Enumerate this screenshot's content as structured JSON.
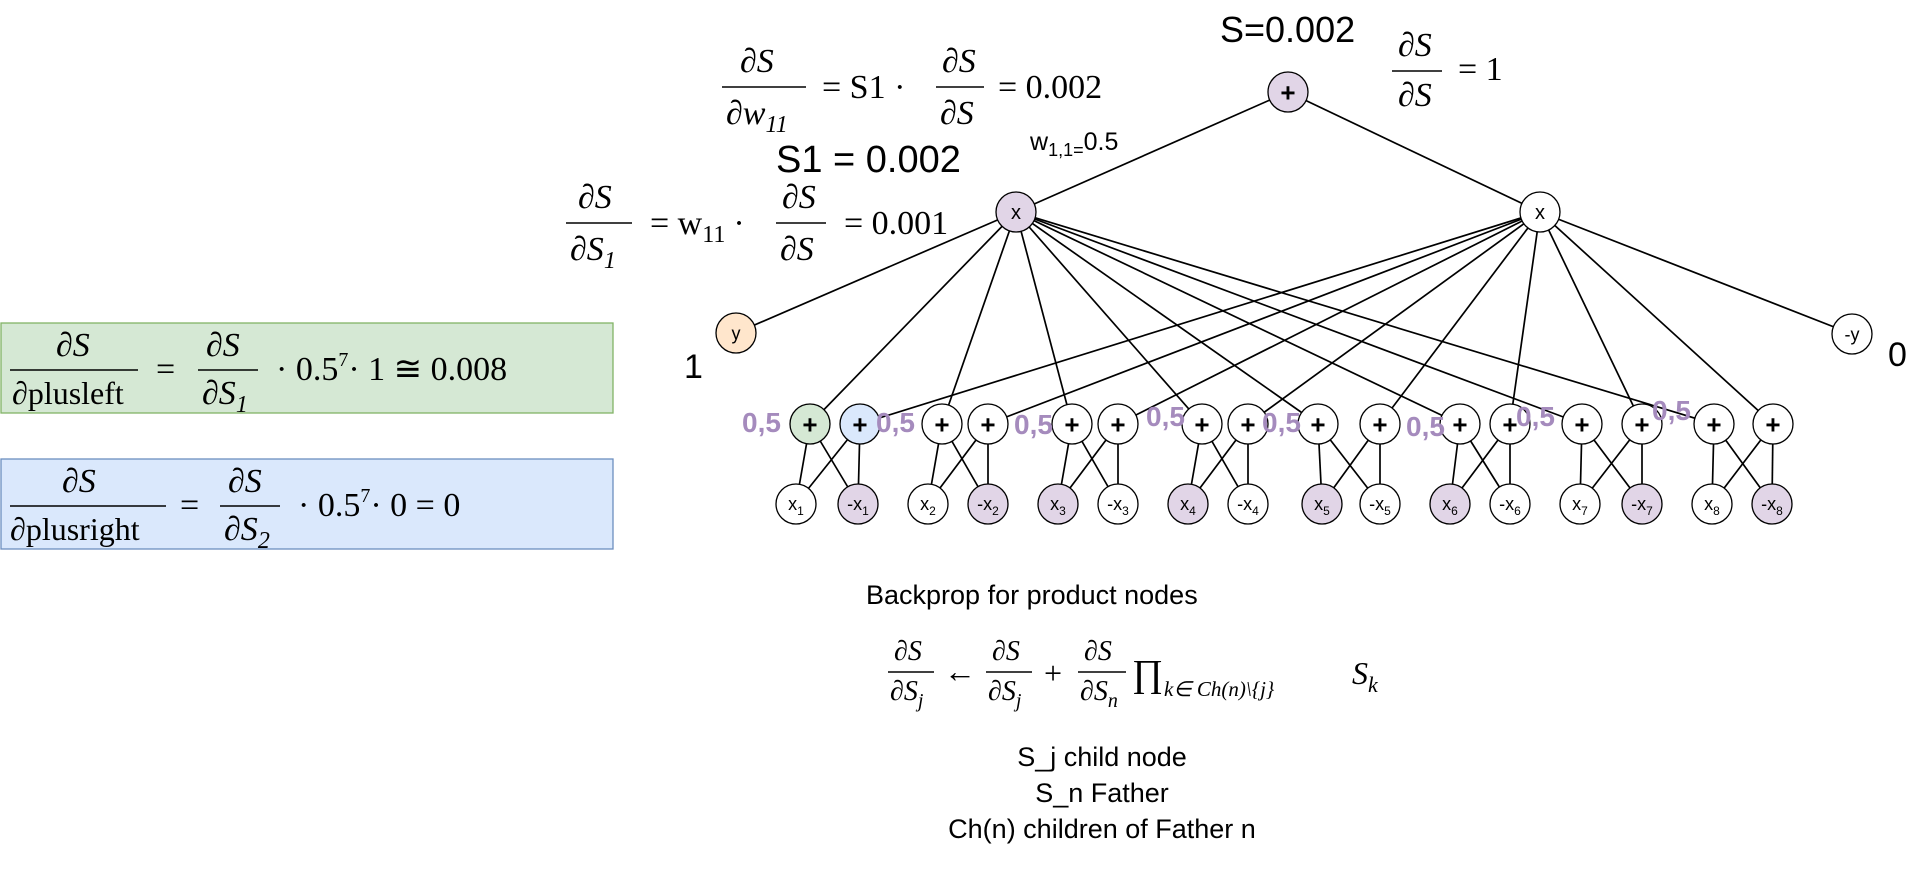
{
  "top_label": "S=0.002",
  "s1_label": "S1 = 0.002",
  "weight_label": {
    "main": "w",
    "sub": "1,1=",
    "value": "0.5"
  },
  "indicator_left": "1",
  "indicator_right": "0",
  "colors": {
    "purple": "#e1d5e7",
    "green": "#d5e8d4",
    "blue": "#dae8fc",
    "orange": "#ffe6cc",
    "white": "#ffffff",
    "weight_text": "#a58bbd",
    "green_stroke": "#82b366",
    "blue_stroke": "#6c8ebf"
  },
  "nodes": {
    "root": {
      "label": "+",
      "color": "purple"
    },
    "prod_left": {
      "label": "x",
      "color": "purple"
    },
    "prod_right": {
      "label": "x",
      "color": "white"
    },
    "y": {
      "label": "y",
      "color": "orange"
    },
    "neg_y": {
      "label": "-y",
      "color": "white"
    }
  },
  "sum_nodes": [
    {
      "label": "+",
      "color": "green"
    },
    {
      "label": "+",
      "color": "blue"
    },
    {
      "label": "+",
      "color": "white"
    },
    {
      "label": "+",
      "color": "white"
    },
    {
      "label": "+",
      "color": "white"
    },
    {
      "label": "+",
      "color": "white"
    },
    {
      "label": "+",
      "color": "white"
    },
    {
      "label": "+",
      "color": "white"
    },
    {
      "label": "+",
      "color": "white"
    },
    {
      "label": "+",
      "color": "white"
    },
    {
      "label": "+",
      "color": "white"
    },
    {
      "label": "+",
      "color": "white"
    },
    {
      "label": "+",
      "color": "white"
    },
    {
      "label": "+",
      "color": "white"
    },
    {
      "label": "+",
      "color": "white"
    },
    {
      "label": "+",
      "color": "white"
    }
  ],
  "leaf_nodes": [
    {
      "pre": "x",
      "sub": "1",
      "color": "white"
    },
    {
      "pre": "-x",
      "sub": "1",
      "color": "purple"
    },
    {
      "pre": "x",
      "sub": "2",
      "color": "white"
    },
    {
      "pre": "-x",
      "sub": "2",
      "color": "purple"
    },
    {
      "pre": "x",
      "sub": "3",
      "color": "purple"
    },
    {
      "pre": "-x",
      "sub": "3",
      "color": "white"
    },
    {
      "pre": "x",
      "sub": "4",
      "color": "purple"
    },
    {
      "pre": "-x",
      "sub": "4",
      "color": "white"
    },
    {
      "pre": "x",
      "sub": "5",
      "color": "purple"
    },
    {
      "pre": "-x",
      "sub": "5",
      "color": "white"
    },
    {
      "pre": "x",
      "sub": "6",
      "color": "purple"
    },
    {
      "pre": "-x",
      "sub": "6",
      "color": "white"
    },
    {
      "pre": "x",
      "sub": "7",
      "color": "white"
    },
    {
      "pre": "-x",
      "sub": "7",
      "color": "purple"
    },
    {
      "pre": "x",
      "sub": "8",
      "color": "white"
    },
    {
      "pre": "-x",
      "sub": "8",
      "color": "purple"
    }
  ],
  "weight_labels": [
    "0,5",
    "0,5",
    "0,5",
    "0,5",
    "0,5",
    "0,5",
    "0,5",
    "0,5"
  ],
  "equations": {
    "dsdw": {
      "num": "∂S",
      "den": "∂w",
      "den_sub": "11",
      "mid": "= S1 ·",
      "num2": "∂S",
      "den2": "∂S",
      "rhs": "= 0.002"
    },
    "dsds_top": {
      "num": "∂S",
      "den": "∂S",
      "rhs": "= 1"
    },
    "dsds1": {
      "num": "∂S",
      "den": "∂S",
      "den_sub": "1",
      "mid": "= w",
      "mid_sub": "11",
      "dot": "·",
      "num2": "∂S",
      "den2": "∂S",
      "rhs": "= 0.001"
    },
    "green_box": {
      "num": "∂S",
      "den": "∂plusleft",
      "eq": "=",
      "num2": "∂S",
      "den2": "∂S",
      "den2_sub": "1",
      "rhs_a": "· 0.5",
      "exp": "7",
      "rhs_b": "· 1 ≅ 0.008"
    },
    "blue_box": {
      "num": "∂S",
      "den": "∂plusright",
      "eq": "=",
      "num2": "∂S",
      "den2": "∂S",
      "den2_sub": "2",
      "rhs_a": "· 0.5",
      "exp": "7",
      "rhs_b": "· 0 = 0"
    }
  },
  "backprop": {
    "title": "Backprop for product nodes",
    "lhs_num": "∂S",
    "lhs_den": "∂S",
    "lhs_den_sub": "j",
    "arrow": "←",
    "t1_num": "∂S",
    "t1_den": "∂S",
    "t1_den_sub": "j",
    "plus": "+",
    "t2_num": "∂S",
    "t2_den": "∂S",
    "t2_den_sub": "n",
    "prod": "∏",
    "prod_sub": "k∈ Ch(n)\\{j}",
    "sk": "S",
    "sk_sub": "k"
  },
  "legend": [
    "S_j child node",
    "S_n Father",
    "Ch(n) children of Father n"
  ]
}
